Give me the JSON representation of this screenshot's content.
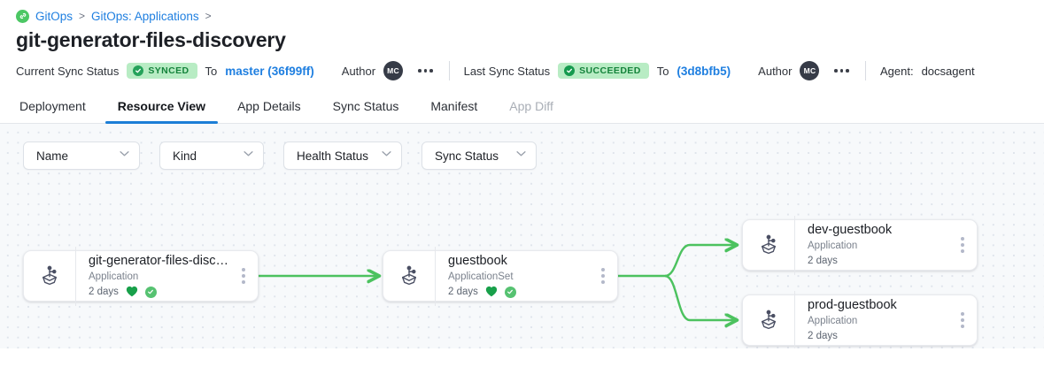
{
  "breadcrumb": {
    "icon": "gitops-icon",
    "items": [
      {
        "label": "GitOps",
        "sep": ">"
      },
      {
        "label": "GitOps: Applications",
        "sep": ">"
      }
    ]
  },
  "page_title": "git-generator-files-discovery",
  "status_bar": {
    "current": {
      "label": "Current Sync Status",
      "badge": "SYNCED",
      "to_label": "To",
      "revision": "master (36f99ff)",
      "author_label": "Author",
      "author_initials": "MC",
      "menu_icon": "more-horizontal-icon"
    },
    "last": {
      "label": "Last Sync Status",
      "badge": "SUCCEEDED",
      "to_label": "To",
      "revision": "(3d8bfb5)",
      "author_label": "Author",
      "author_initials": "MC",
      "menu_icon": "more-horizontal-icon"
    },
    "agent_label": "Agent:",
    "agent_value": "docsagent"
  },
  "tabs": [
    {
      "label": "Deployment",
      "active": false,
      "disabled": false
    },
    {
      "label": "Resource View",
      "active": true,
      "disabled": false
    },
    {
      "label": "App Details",
      "active": false,
      "disabled": false
    },
    {
      "label": "Sync Status",
      "active": false,
      "disabled": false
    },
    {
      "label": "Manifest",
      "active": false,
      "disabled": false
    },
    {
      "label": "App Diff",
      "active": false,
      "disabled": true
    }
  ],
  "filters": [
    {
      "label": "Name",
      "icon": "chevron-down-icon"
    },
    {
      "label": "Kind",
      "icon": "chevron-down-icon"
    },
    {
      "label": "Health Status",
      "icon": "chevron-down-icon"
    },
    {
      "label": "Sync Status",
      "icon": "chevron-down-icon"
    }
  ],
  "graph": {
    "nodes": [
      {
        "id": "root",
        "title": "git-generator-files-disco…",
        "kind": "Application",
        "age": "2 days",
        "health": "healthy",
        "sync": "synced",
        "icon": "argo-app-icon",
        "menu_icon": "more-vertical-icon"
      },
      {
        "id": "appset",
        "title": "guestbook",
        "kind": "ApplicationSet",
        "age": "2 days",
        "health": "healthy",
        "sync": "synced",
        "icon": "argo-app-icon",
        "menu_icon": "more-vertical-icon"
      },
      {
        "id": "dev",
        "title": "dev-guestbook",
        "kind": "Application",
        "age": "2 days",
        "health": null,
        "sync": null,
        "icon": "argo-app-icon",
        "menu_icon": "more-vertical-icon"
      },
      {
        "id": "prod",
        "title": "prod-guestbook",
        "kind": "Application",
        "age": "2 days",
        "health": null,
        "sync": null,
        "icon": "argo-app-icon",
        "menu_icon": "more-vertical-icon"
      }
    ],
    "edges": [
      {
        "from": "root",
        "to": "appset"
      },
      {
        "from": "appset",
        "to": "dev"
      },
      {
        "from": "appset",
        "to": "prod"
      }
    ],
    "edge_color": "#4cc25f"
  },
  "colors": {
    "accent_blue": "#1f7fe0",
    "tab_underline": "#1c7ed6",
    "badge_bg": "#b8ecc4",
    "badge_text": "#14833b",
    "edge_green": "#4cc25f",
    "health_green": "#18a04a",
    "canvas_bg": "#f7f9fb"
  }
}
